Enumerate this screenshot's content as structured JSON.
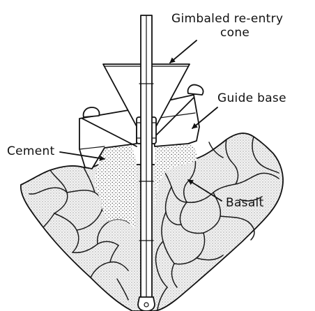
{
  "diagram": {
    "labels": {
      "reentry_cone_line1": "Gimbaled re-entry",
      "reentry_cone_line2": "cone",
      "guide_base": "Guide base",
      "cement": "Cement",
      "basalt": "Basalt"
    }
  }
}
